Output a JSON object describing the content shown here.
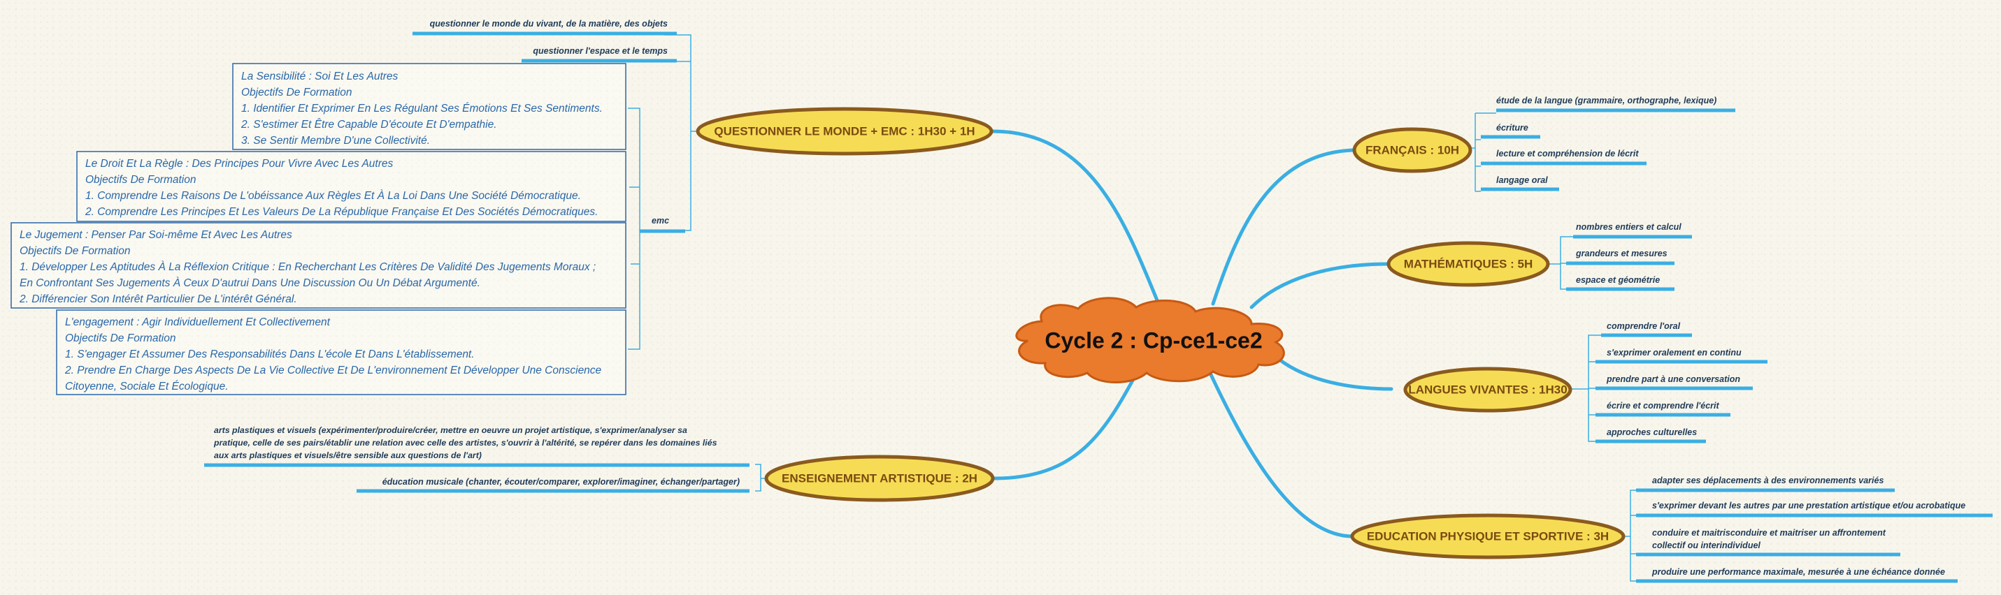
{
  "center": {
    "title": "Cycle 2 : Cp-ce1-ce2"
  },
  "colors": {
    "background": "#f8f6ec",
    "branch": "#3aaee3",
    "center_fill": "#ea7a2c",
    "center_stroke": "#c65a14",
    "node_fill": "#f6dc55",
    "node_stroke": "#8a5a1e",
    "node_text": "#7b4a10",
    "box_border": "#2a67a8"
  },
  "branches": {
    "francais": {
      "label": "FRANÇAIS : 10H",
      "items": [
        "étude de la langue (grammaire, orthographe, lexique)",
        "écriture",
        "lecture et compréhension de lécrit",
        "langage oral"
      ]
    },
    "maths": {
      "label": "MATHÉMATIQUES : 5H",
      "items": [
        "nombres entiers et calcul",
        "grandeurs et mesures",
        "espace et géométrie"
      ]
    },
    "langues": {
      "label": "LANGUES VIVANTES : 1H30",
      "items": [
        "comprendre l'oral",
        "s'exprimer oralement en continu",
        "prendre part à une conversation",
        "écrire et comprendre l'écrit",
        "approches culturelles"
      ]
    },
    "eps": {
      "label": "EDUCATION PHYSIQUE ET SPORTIVE : 3H",
      "items": [
        [
          "adapter ses déplacements à des environnements variés"
        ],
        [
          "s'exprimer devant les autres par une prestation artistique et/ou acrobatique"
        ],
        [
          "conduire et maitrisconduire et maitriser un affrontement",
          "collectif ou interindividuel"
        ],
        [
          "produire une performance maximale, mesurée à une échéance donnée"
        ]
      ]
    },
    "monde": {
      "label": "QUESTIONNER LE MONDE + EMC : 1H30 + 1H",
      "items": [
        "questionner le monde du vivant, de la matière, des objets",
        "questionner l'espace et le temps"
      ],
      "emc_label": "emc",
      "emc_boxes": [
        [
          "La Sensibilité : Soi Et Les Autres",
          "Objectifs De Formation",
          "1. Identifier Et Exprimer En Les Régulant Ses Émotions Et Ses Sentiments.",
          "2. S'estimer Et Être Capable D'écoute Et D'empathie.",
          "3. Se Sentir Membre D'une Collectivité."
        ],
        [
          "Le Droit Et La Règle : Des Principes Pour Vivre Avec Les Autres",
          "Objectifs De Formation",
          "1. Comprendre Les Raisons De L'obéissance Aux Règles Et À La Loi Dans Une Société Démocratique.",
          "2. Comprendre Les Principes Et Les Valeurs De La République Française Et Des Sociétés Démocratiques."
        ],
        [
          "Le Jugement : Penser Par Soi-même Et Avec Les Autres",
          "Objectifs De Formation",
          "1. Développer Les Aptitudes À La Réflexion Critique : En Recherchant Les Critères De Validité Des Jugements Moraux ;",
          "En Confrontant Ses Jugements À Ceux D'autrui Dans Une Discussion Ou Un Débat Argumenté.",
          "2. Différencier Son Intérêt Particulier De L'intérêt Général."
        ],
        [
          "L'engagement : Agir Individuellement Et Collectivement",
          "Objectifs De Formation",
          "1. S'engager Et Assumer Des Responsabilités Dans L'école Et Dans L'établissement.",
          "2. Prendre En Charge Des Aspects De La Vie Collective Et De L'environnement Et Développer Une Conscience",
          "Citoyenne, Sociale Et Écologique."
        ]
      ]
    },
    "arts": {
      "label": "ENSEIGNEMENT ARTISTIQUE : 2H",
      "items": [
        [
          "arts plastiques et visuels (expérimenter/produire/créer, mettre en oeuvre un projet artistique, s'exprimer/analyser sa",
          "pratique, celle de ses pairs/établir une relation avec celle des artistes, s'ouvrir à l'altérité, se repérer dans les domaines liés",
          "aux arts plastiques et visuels/être sensible aux questions de l'art)"
        ],
        [
          "éducation musicale (chanter, écouter/comparer, explorer/imaginer, échanger/partager)"
        ]
      ]
    }
  }
}
